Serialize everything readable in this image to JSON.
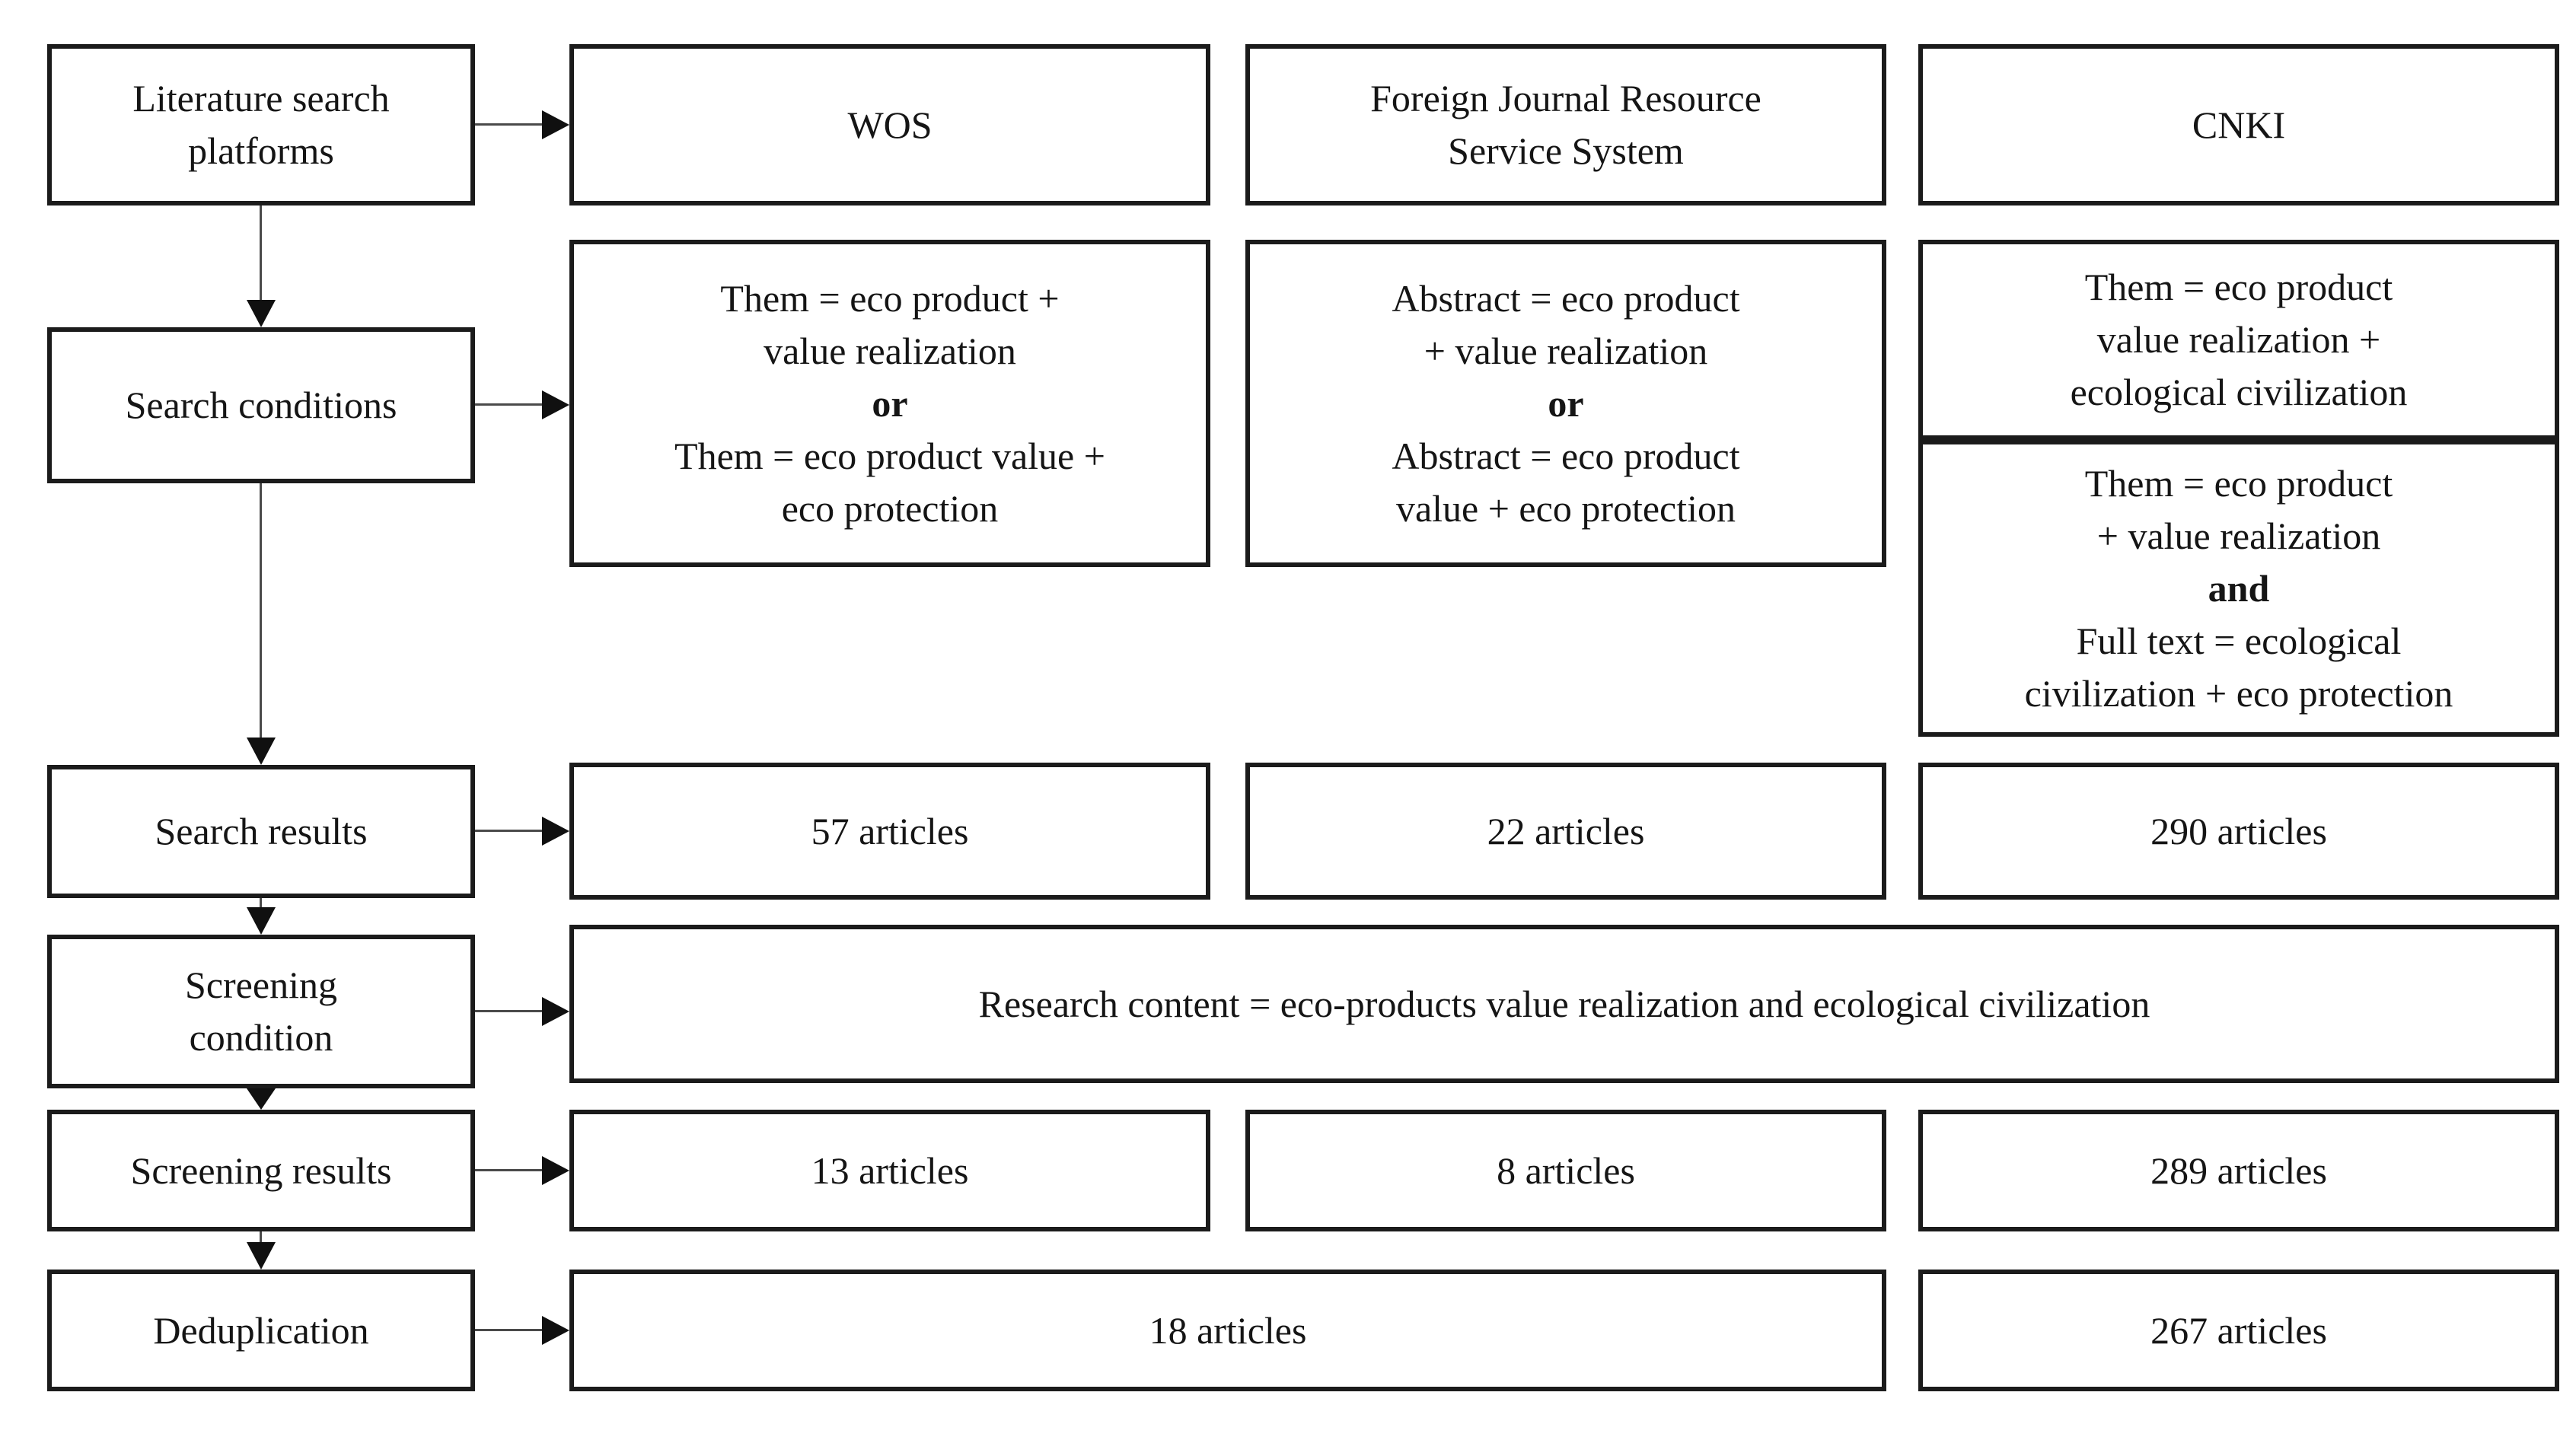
{
  "figure": {
    "left_column": {
      "platforms_label": [
        "Literature search",
        "platforms"
      ],
      "conditions_label": "Search conditions",
      "search_results_label": "Search results",
      "screening_condition_label": [
        "Screening",
        "condition"
      ],
      "screening_results_label": "Screening results",
      "deduplication_label": "Deduplication"
    },
    "platforms": {
      "wos": "WOS",
      "foreign": [
        "Foreign Journal Resource",
        "Service System"
      ],
      "cnki": "CNKI"
    },
    "search_conditions": {
      "wos": {
        "a": [
          "Them = eco product +",
          "value realization"
        ],
        "op": "or",
        "b": [
          "Them = eco product value +",
          "eco protection"
        ]
      },
      "foreign": {
        "a": [
          "Abstract = eco product",
          "+ value realization"
        ],
        "op": "or",
        "b": [
          "Abstract = eco product",
          "value + eco protection"
        ]
      },
      "cnki_theme": [
        "Them = eco product",
        "value realization +",
        "ecological civilization"
      ],
      "cnki_fulltext": {
        "a": [
          "Them =  eco product",
          "+ value realization"
        ],
        "op": "and",
        "b": [
          "Full text = ecological",
          "civilization + eco protection"
        ]
      }
    },
    "search_results": {
      "wos": "57 articles",
      "foreign": "22 articles",
      "cnki": "290 articles"
    },
    "screening_condition": "Research content = eco-products value realization and ecological civilization",
    "screening_results": {
      "wos": "13 articles",
      "foreign": "8 articles",
      "cnki": "289 articles"
    },
    "deduplication": {
      "wos_foreign": "18 articles",
      "cnki": "267 articles"
    },
    "colors": {
      "box_border": "#1b1b1b",
      "connector": "#4a4a4a",
      "arrowhead": "#101010"
    }
  }
}
